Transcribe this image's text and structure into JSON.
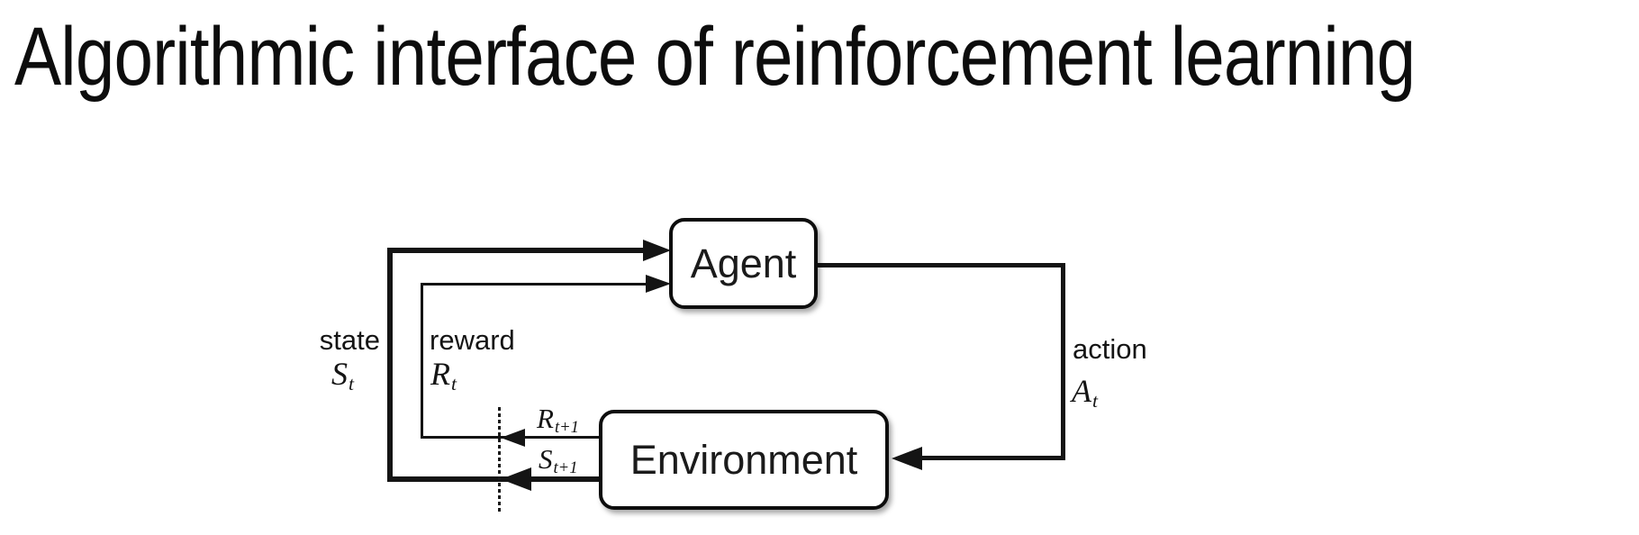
{
  "title": "Algorithmic interface of reinforcement learning",
  "diagram": {
    "nodes": {
      "agent": {
        "label": "Agent"
      },
      "environment": {
        "label": "Environment"
      }
    },
    "labels": {
      "state": {
        "word": "state",
        "symbol_base": "S",
        "symbol_sub": "t"
      },
      "reward": {
        "word": "reward",
        "symbol_base": "R",
        "symbol_sub": "t"
      },
      "action": {
        "word": "action",
        "symbol_base": "A",
        "symbol_sub": "t"
      },
      "next_reward": {
        "symbol_base": "R",
        "symbol_sub": "t+1"
      },
      "next_state": {
        "symbol_base": "S",
        "symbol_sub": "t+1"
      }
    },
    "edges": [
      {
        "from": "environment",
        "to": "agent",
        "meaning": "state S_t"
      },
      {
        "from": "environment",
        "to": "agent",
        "meaning": "reward R_t"
      },
      {
        "from": "agent",
        "to": "environment",
        "meaning": "action A_t"
      }
    ],
    "colors": {
      "background": "#ffffff",
      "line": "#141414",
      "box_fill": "#ffffff",
      "box_border": "#0d0d0d",
      "text": "#141414"
    }
  }
}
